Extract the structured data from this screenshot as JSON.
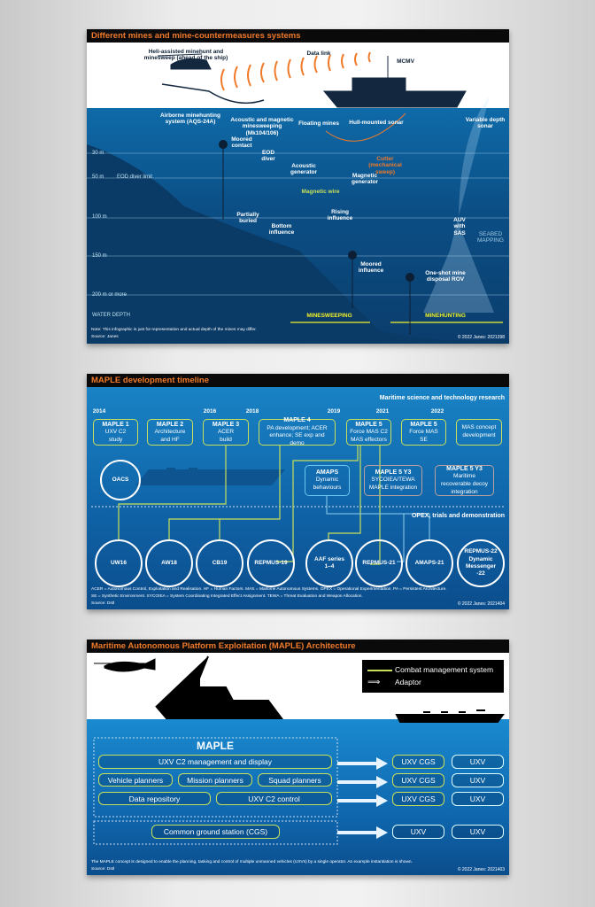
{
  "panel1": {
    "title": "Different mines and mine-countermeasures systems",
    "labels": {
      "heli": "Heli-assisted minehunt and minesweep (ahead of the ship)",
      "datalink": "Data link",
      "mcmv": "MCMV",
      "airborne": "Airborne minehunting system (AQS-24A)",
      "acoustic_mag": "Acoustic and magnetic minesweeping (Mk104/106)",
      "floating": "Floating mines",
      "hull": "Hull-mounted sonar",
      "vds": "Variable depth sonar",
      "moored_contact": "Moored contact",
      "eod": "EOD diver",
      "acoustic_gen": "Acoustic generator",
      "cutter": "Cutter (mechanical sweep)",
      "mag_gen": "Magnetic generator",
      "mag_wire": "Magnetic wire",
      "eod_limit": "EOD diver limit",
      "partially": "Partially buried",
      "bottom": "Bottom influence",
      "rising": "Rising influence",
      "auv": "AUV with SAS",
      "seabed": "SEABED MAPPING",
      "moored_inf": "Moored influence",
      "rov": "One-shot mine disposal ROV",
      "water_depth": "WATER DEPTH",
      "minesweeping": "MINESWEEPING",
      "minehunting": "MINEHUNTING"
    },
    "depths": [
      "30 m",
      "50 m",
      "100 m",
      "150 m",
      "200 m or more"
    ],
    "note": "Note: This infographic is just for representation and actual depth of the mines may differ.",
    "source": "Source: Janes",
    "copyright": "© 2022 Janes: 2021398"
  },
  "panel2": {
    "title": "MAPLE development timeline",
    "research": "Maritime science and technology research",
    "opex": "OPEX, trials and demonstration",
    "years": [
      "2014",
      "2016",
      "2018",
      "2019",
      "2021",
      "2022"
    ],
    "boxes": [
      {
        "h": "MAPLE 1",
        "b": "UXV C2 study"
      },
      {
        "h": "MAPLE 2",
        "b": "Architecture and HF"
      },
      {
        "h": "MAPLE 3",
        "b": "ACER build"
      },
      {
        "h": "MAPLE 4",
        "b": "PA development; ACER enhance; SE exp and demo"
      },
      {
        "h": "MAPLE 5",
        "b": "Force MAS C2 MAS effectors"
      },
      {
        "h": "MAPLE 5",
        "b": "Force MAS SE"
      },
      {
        "h": "",
        "b": "MAS concept development"
      }
    ],
    "boxes2": [
      {
        "h": "AMAPS",
        "b": "Dynamic behaviours"
      },
      {
        "h": "MAPLE 5 Y3",
        "b": "SYCOIEA/TEWA MAPLE integration"
      },
      {
        "h": "MAPLE 5 Y3",
        "b": "Maritime recoverable decoy integration"
      }
    ],
    "oacs": "OACS",
    "events": [
      "UW16",
      "AW18",
      "CB19",
      "REPMUS-19",
      "AAF series 1–4",
      "REPMUS-21",
      "AMAPS-21",
      "REPMUS-22 Dynamic Messenger -22"
    ],
    "foot1": "ACER = Autonomous Control, Exploitation and Realisation. HF = Human Factors. MAS = Maritime Autonomous Systems. OPEX = Operational Experimentation. PA = Persistent Architecture.",
    "foot2": "SE = Synthetic Environment. SYCOIEA = System Coordinating Integrated Effect Assignment. TEWA = Threat Evaluation and Weapon Allocation.",
    "source": "Source: Dstl",
    "copyright": "© 2022 Janes: 2021404"
  },
  "panel3": {
    "title": "Maritime Autonomous Platform Exploitation (MAPLE) Architecture",
    "legend": {
      "cms": "Combat management system",
      "adaptor": "Adaptor"
    },
    "maple": "MAPLE",
    "r1": "UXV C2 management and display",
    "vehicle": "Vehicle planners",
    "mission": "Mission planners",
    "squad": "Squad planners",
    "data": "Data repository",
    "control": "UXV C2 control",
    "cgs": "Common ground station (CGS)",
    "uxvcgs": "UXV CGS",
    "uxv": "UXV",
    "foot": "The MAPLE concept is designed to enable the planning, tasking and control of multiple unmanned vehicles (UXVs) by a single operator. An example instantiation is shown.",
    "source": "Source: Dstl",
    "copyright": "© 2022 Janes: 2021403"
  },
  "colors": {
    "accent": "#f07a2a",
    "green": "#c8e05a",
    "yellow": "#f2f22a"
  }
}
